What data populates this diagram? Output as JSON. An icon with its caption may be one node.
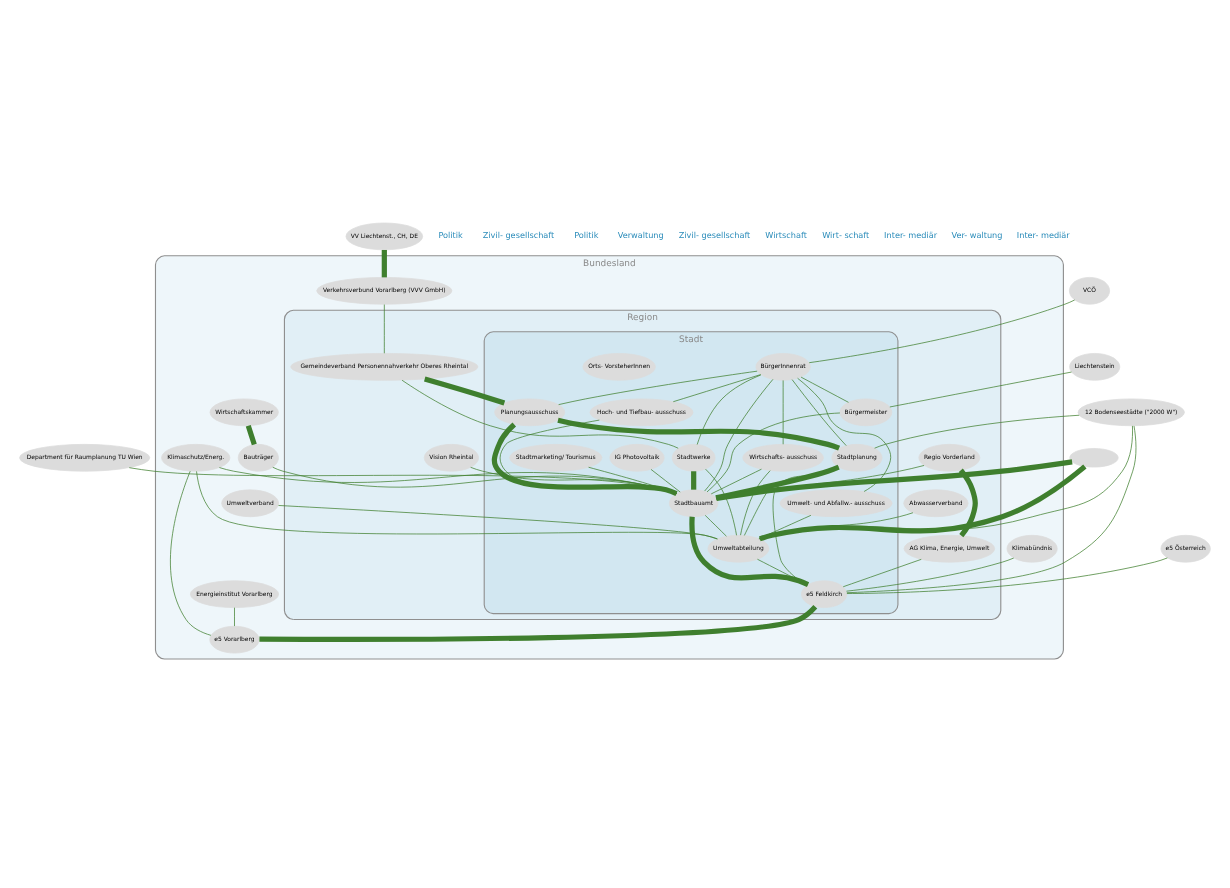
{
  "diagram": {
    "nodes": [
      {
        "text": [
          "Bundesland"
        ]
      },
      {
        "text": [
          "Region"
        ],
        "in": 0
      },
      {
        "text": [
          "Stadt"
        ],
        "in": 1
      },
      {
        "text": [
          "Liechtenstein"
        ]
      },
      {
        "text": [
          "12 Bodenseestädte (\"2000 W\")"
        ]
      },
      {
        "text": [
          "BürgerInnenrat"
        ],
        "in": 2
      },
      {
        "text": [
          "Planungsausschuss"
        ],
        "in": 2
      },
      {
        "text": [
          "Hoch- und Tiefbau- ausschuss"
        ],
        "in": 2
      },
      {
        "text": [
          "Wirtschafts- ausschuss"
        ],
        "in": 2
      },
      {
        "text": [
          "Umwelt- und Abfallw.- ausschuss"
        ],
        "in": 2
      },
      {
        "text": [
          "Bürgermeister"
        ],
        "in": 2
      },
      {
        "text": [
          "Orts- VorsteherInnen"
        ],
        "in": 2
      },
      {
        "text": [
          "Stadtplanung"
        ],
        "in": 2
      },
      {
        "text": [
          "VCÖ"
        ]
      },
      {
        "text": [
          "Abwasserverband"
        ],
        "in": 1
      },
      {
        "text": [
          "Stadtbauamt"
        ],
        "in": 2
      },
      {
        "text": [
          "Umweltabteilung"
        ],
        "in": 2
      },
      {
        "text": [
          "Klimaschutz/Energ."
        ],
        "in": 0
      },
      {
        "text": [
          "Stadtwerke"
        ],
        "in": 2
      },
      {
        "text": [
          "Gemeindeverband Personennahverkehr Oberes Rheintal"
        ],
        "in": 1
      },
      {
        "text": [
          "Verkehrsverbund Vorarlberg (VVV GmbH)"
        ],
        "in": 0
      },
      {
        "text": [
          "VV Liechtenst., CH, DE"
        ]
      },
      {
        "text": [
          "Stadtmarketing/ Tourismus"
        ],
        "in": 2
      },
      {
        "text": [
          "IG Photovoltaik"
        ],
        "in": 2
      },
      {
        "text": [
          "e5 Feldkirch"
        ],
        "in": 2
      },
      {
        "text": [
          "Wirtschaftskammer"
        ],
        "in": 0
      },
      {
        "text": [
          "Regio Vorderland"
        ],
        "in": 1
      },
      {
        "text": [
          "AG Klima, Energie, Umwelt"
        ],
        "in": 1
      },
      {
        "text": [
          "Umweltverband"
        ],
        "in": 0
      },
      {
        "text": [
          "Vision Rheintal"
        ],
        "in": 1
      },
      {
        "text": [
          "e5 Vorarlberg"
        ],
        "in": 0
      },
      {
        "text": [
          "Energieinstitut Vorarlberg"
        ],
        "in": 0
      },
      {
        "text": [
          "Klimabündnis"
        ],
        "in": 0
      },
      {
        "text": [
          "Bauträger"
        ],
        "in": 0
      },
      {
        "text": [],
        "shape": "ellipse"
      },
      {
        "text": [
          "Department für Raumplanung TU Wien"
        ]
      },
      {
        "text": [
          "e5 Österreich"
        ]
      }
    ],
    "edges": [
      {
        "from": 3,
        "to": 10,
        "arrow": "none"
      },
      {
        "from": 4,
        "to": 12,
        "arrow": "none"
      },
      {
        "from": 4,
        "to": 16,
        "arrow": "none"
      },
      {
        "from": 4,
        "to": 24,
        "arrow": "none"
      },
      {
        "from": 13,
        "to": 5,
        "arrow": "none"
      },
      {
        "from": 5,
        "to": 6,
        "arrow": "none"
      },
      {
        "from": 5,
        "to": 7,
        "arrow": "none"
      },
      {
        "from": 5,
        "to": 8,
        "arrow": "none"
      },
      {
        "from": 5,
        "to": 9,
        "arrow": "none"
      },
      {
        "from": 5,
        "to": 10,
        "arrow": "none"
      },
      {
        "from": 5,
        "to": 12,
        "arrow": "none"
      },
      {
        "from": 5,
        "to": 18,
        "arrow": "none"
      },
      {
        "from": 5,
        "to": 15,
        "arrow": "none"
      },
      {
        "from": 6,
        "to": 15,
        "arrow": "none",
        "style": "thick"
      },
      {
        "from": 6,
        "to": 12,
        "arrow": "none",
        "style": "thick"
      },
      {
        "from": 7,
        "to": 15,
        "arrow": "none"
      },
      {
        "from": 8,
        "to": 15,
        "arrow": "none"
      },
      {
        "from": 8,
        "to": 16,
        "arrow": "none"
      },
      {
        "from": 9,
        "to": 16,
        "arrow": "none"
      },
      {
        "from": 10,
        "to": 15,
        "arrow": "none"
      },
      {
        "from": 12,
        "to": 15,
        "arrow": "none",
        "style": "thick"
      },
      {
        "from": 12,
        "to": 16,
        "arrow": "none"
      },
      {
        "from": 12,
        "to": 24,
        "arrow": "none"
      },
      {
        "from": 15,
        "to": 16,
        "arrow": "none"
      },
      {
        "from": 15,
        "to": 24,
        "arrow": "none",
        "style": "thick"
      },
      {
        "from": 16,
        "to": 24,
        "arrow": "none"
      },
      {
        "from": 14,
        "to": 16,
        "arrow": "none"
      },
      {
        "from": 17,
        "to": 15,
        "arrow": "none"
      },
      {
        "from": 17,
        "to": 16,
        "arrow": "none"
      },
      {
        "from": 17,
        "to": 30,
        "arrow": "none"
      },
      {
        "from": 18,
        "to": 15,
        "arrow": "none",
        "style": "thick"
      },
      {
        "from": 18,
        "to": 16,
        "arrow": "none"
      },
      {
        "from": 19,
        "to": 6,
        "arrow": "none",
        "style": "thick"
      },
      {
        "from": 19,
        "to": 18,
        "arrow": "none"
      },
      {
        "from": 20,
        "to": 19,
        "arrow": "none"
      },
      {
        "from": 21,
        "to": 20,
        "arrow": "none",
        "style": "thick"
      },
      {
        "from": 22,
        "to": 15,
        "arrow": "none"
      },
      {
        "from": 23,
        "to": 15,
        "arrow": "none"
      },
      {
        "from": 26,
        "to": 27,
        "arrow": "none",
        "style": "thick"
      },
      {
        "from": 26,
        "to": 15,
        "arrow": "none"
      },
      {
        "from": 29,
        "to": 15,
        "arrow": "none"
      },
      {
        "from": 27,
        "to": 24,
        "arrow": "none"
      },
      {
        "from": 32,
        "to": 24,
        "arrow": "none"
      },
      {
        "from": 35,
        "to": 15,
        "arrow": "none"
      },
      {
        "from": 28,
        "to": 16,
        "arrow": "none"
      },
      {
        "from": 34,
        "to": 16,
        "arrow": "none",
        "style": "thick"
      },
      {
        "from": 34,
        "to": 15,
        "arrow": "none",
        "style": "thick"
      },
      {
        "from": 24,
        "to": 30,
        "arrow": "none",
        "style": "thick"
      },
      {
        "from": 31,
        "to": 30,
        "arrow": "none"
      },
      {
        "from": 36,
        "to": 24,
        "arrow": "none"
      },
      {
        "from": 25,
        "to": 33,
        "arrow": "none",
        "style": "thick"
      },
      {
        "from": 33,
        "to": 15,
        "arrow": "none"
      }
    ],
    "labels": [
      "Politik",
      "Zivil- gesellschaft",
      "Politik",
      "Verwaltung",
      "Zivil- gesellschaft",
      "Wirtschaft",
      "Wirt- schaft",
      "Inter- mediär",
      "Ver- waltung",
      "Inter- mediär"
    ]
  }
}
